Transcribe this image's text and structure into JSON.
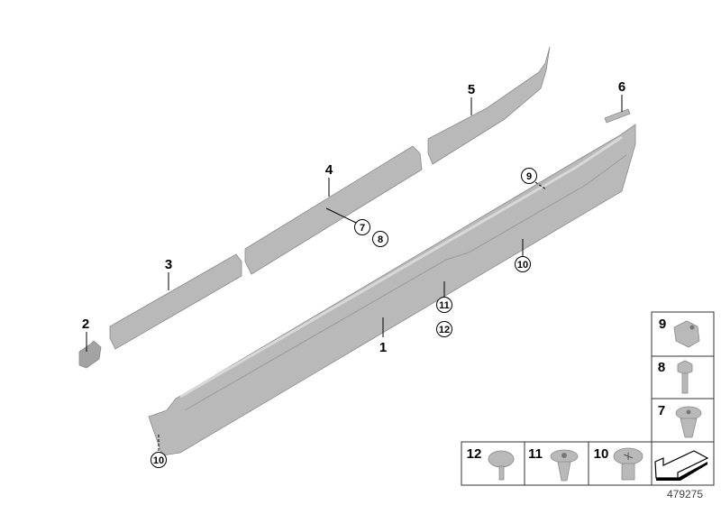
{
  "diagram": {
    "part_labels": [
      "1",
      "2",
      "3",
      "4",
      "5",
      "6"
    ],
    "callouts": {
      "c9": "9",
      "c7": "7",
      "c8": "8",
      "c10a": "10",
      "c11": "11",
      "c12": "12",
      "c10b": "10"
    },
    "legend": {
      "r9": "9",
      "r8": "8",
      "r7": "7",
      "b12": "12",
      "b11": "11",
      "b10": "10"
    },
    "diagram_number": "479275"
  },
  "colors": {
    "part": "#b9b9b9",
    "line": "#000000"
  }
}
